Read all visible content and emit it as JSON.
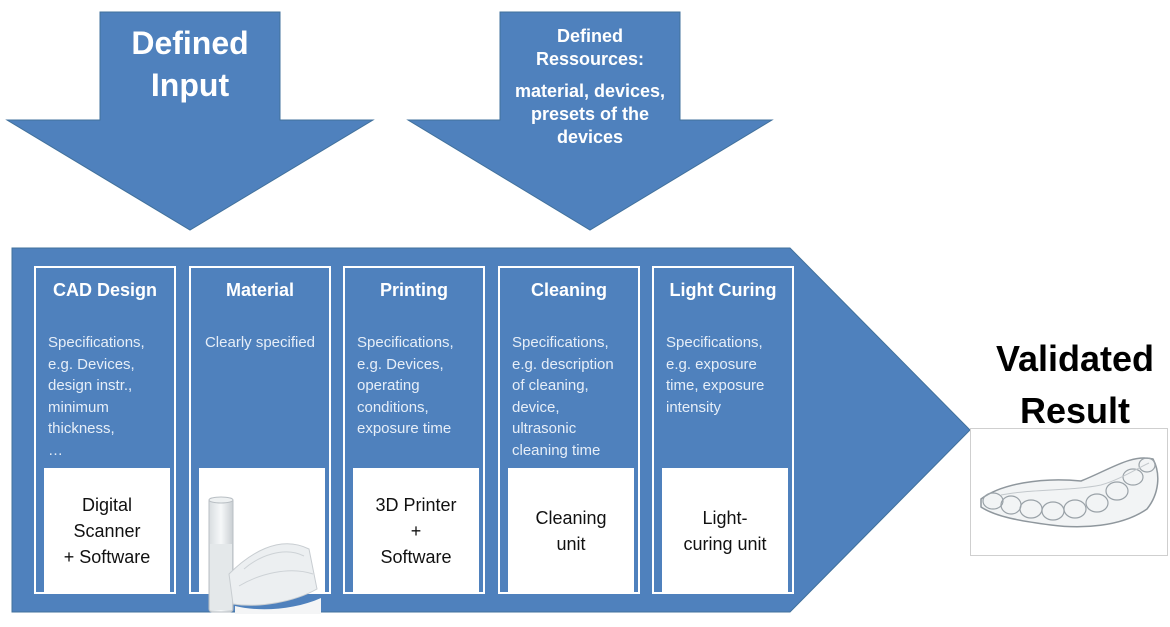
{
  "colors": {
    "accent_blue": "#4f81bd",
    "accent_border": "#41719c",
    "box_text": "#e6eef8"
  },
  "arrow_input": {
    "line1": "Defined",
    "line2": "Input"
  },
  "arrow_resources": {
    "line1": "Defined",
    "line2": "Ressources:",
    "line3": "material, devices,",
    "line4": "presets of the",
    "line5": "devices"
  },
  "steps": [
    {
      "title": "CAD Design",
      "desc": "Specifications,\ne.g. Devices,\ndesign instr.,\nminimum\nthickness,\n…",
      "sub": "Digital\nScanner\n+ Software"
    },
    {
      "title": "Material",
      "desc": "Clearly specified",
      "sub": ""
    },
    {
      "title": "Printing",
      "desc": "Specifications,\ne.g. Devices,\noperating\nconditions,\nexposure time",
      "sub": "3D Printer\n+\nSoftware"
    },
    {
      "title": "Cleaning",
      "desc": "Specifications,\ne.g. description\nof cleaning,\ndevice,\nultrasonic\ncleaning time",
      "sub": "Cleaning\nunit"
    },
    {
      "title": "Light Curing",
      "desc": "Specifications,\ne.g. exposure\ntime, exposure\nintensity",
      "sub": "Light-\ncuring unit"
    }
  ],
  "result": {
    "line1": "Validated",
    "line2": "Result"
  },
  "icons": {
    "material_photo": "resin-bottle-and-printed-parts-image",
    "result_photo": "clear-dental-aligner-image"
  }
}
